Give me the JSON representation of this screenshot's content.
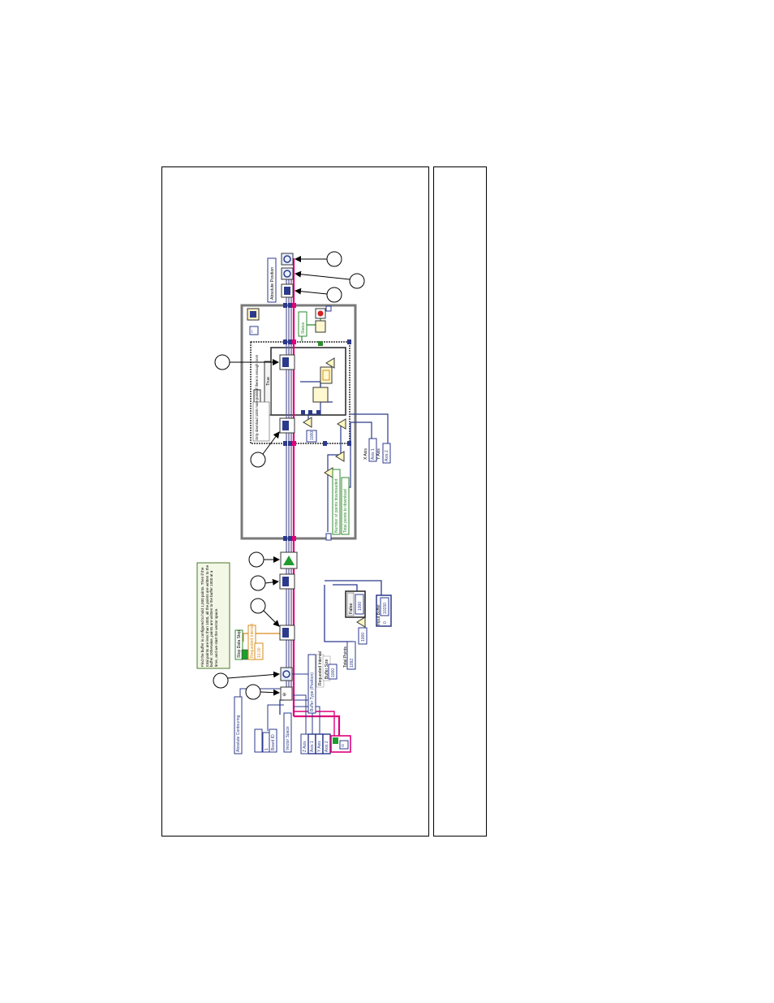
{
  "colors": {
    "wire_pink": "#e0007a",
    "wire_blue": "#2c3a8c",
    "wire_green": "#2e8b2e",
    "wire_orange": "#d98b19",
    "loop_frame": "#7a7a7a",
    "comment_bg": "#f3f7e6",
    "run_green": "#1f9c2e"
  },
  "icons": [
    "loop-iteration-icon",
    "stop-icon",
    "run-arrow-icon",
    "callout-circle-icon"
  ],
  "comment": "Find the buffer is configured to hold 1,000 points. Then if the total points are less than 1000, all the points are written to the buffer. Otherwise, points are written to the buffer 1000 at a time, and we start the vector space.",
  "labels": {
    "absolute_contouring": "Absolute Contouring",
    "vector_space": "Vector Space",
    "board_id": "Board ID",
    "z_axis": "Z Axis",
    "y_axis": "Y Axis",
    "x_axis": "X Axis",
    "axis_1": "Axis 1",
    "axis_2": "Axis 2",
    "buffer_type": "Buffer Type (Position)",
    "requested_points": "Requested Interval",
    "buffer_size": "Buffer Size",
    "total_points": "Total Points",
    "input_buffer": "Input Buffer",
    "false_case": "False",
    "true_case": "True",
    "absolute_position": "Absolute Position",
    "points_downloaded": "Number of points downloaded",
    "total_to_download": "Total points to download",
    "only_download": "Only download 1000 more points if there is enough room",
    "status": "Status",
    "stop_data": "Stop Data Stop"
  },
  "constants": {
    "c1000_a": "1000",
    "c1000_b": "1000",
    "c1000_c": "1000",
    "c1000_d": "1000",
    "c10_00": "10.00",
    "c0": "0",
    "c1": "1",
    "c10150": "10150",
    "c1092": "1092"
  }
}
